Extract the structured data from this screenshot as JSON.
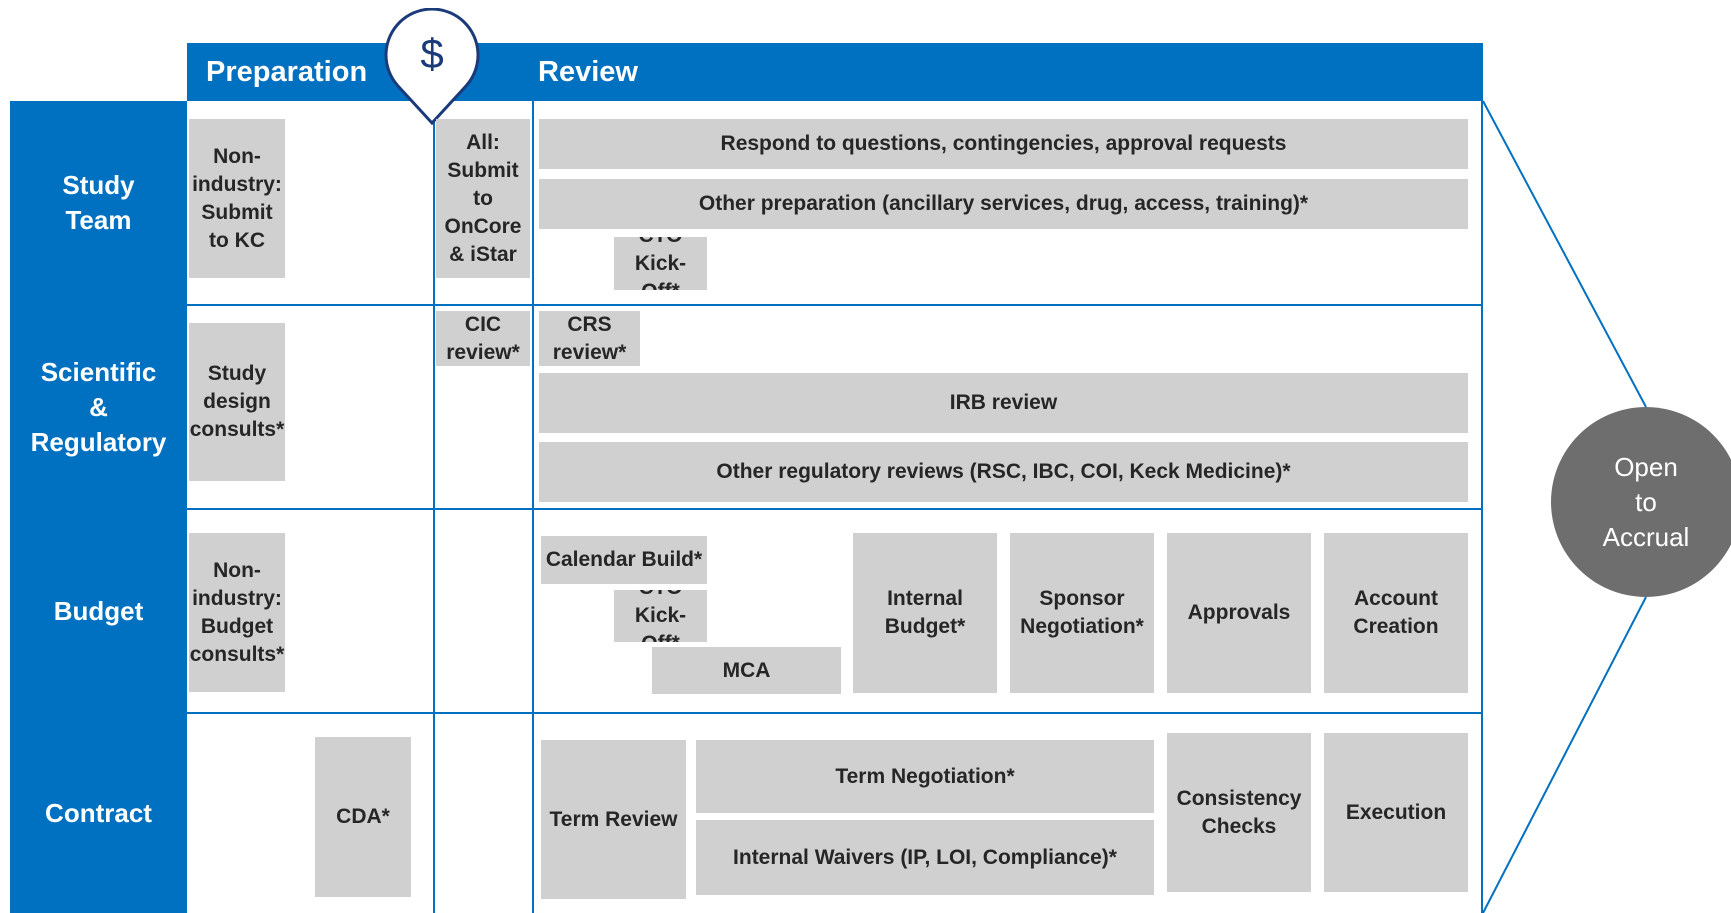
{
  "headers": {
    "preparation": "Preparation",
    "review": "Review",
    "payment_symbol": "$"
  },
  "rows": {
    "study_team": "Study\nTeam",
    "scientific": "Scientific\n&\nRegulatory",
    "budget": "Budget",
    "contract": "Contract"
  },
  "boxes": {
    "non_industry_submit_kc": "Non-industry: Submit to KC",
    "all_submit_oncore": "All: Submit to OnCore & iStar",
    "respond_questions": "Respond to questions, contingencies, approval requests",
    "other_preparation": "Other preparation (ancillary services, drug, access, training)*",
    "cto_kickoff_study": "CTO Kick-Off*",
    "study_design_consults": "Study design consults*",
    "cic_review": "CIC review*",
    "crs_review": "CRS review*",
    "irb_review": "IRB review",
    "other_regulatory": "Other regulatory reviews (RSC, IBC, COI, Keck Medicine)*",
    "non_industry_budget": "Non-industry: Budget consults*",
    "calendar_build": "Calendar Build*",
    "cto_kickoff_budget": "CTO Kick-Off*",
    "mca": "MCA",
    "internal_budget": "Internal Budget*",
    "sponsor_negotiation": "Sponsor Negotiation*",
    "approvals": "Approvals",
    "account_creation": "Account Creation",
    "cda": "CDA*",
    "term_review": "Term Review",
    "term_negotiation": "Term Negotiation*",
    "internal_waivers": "Internal Waivers (IP, LOI, Compliance)*",
    "consistency_checks": "Consistency Checks",
    "execution": "Execution"
  },
  "outcome": {
    "label": "Open\nto\nAccrual"
  },
  "colors": {
    "accent": "#0070c0",
    "box": "#d0d0d0",
    "circle": "#6e6e6e"
  }
}
